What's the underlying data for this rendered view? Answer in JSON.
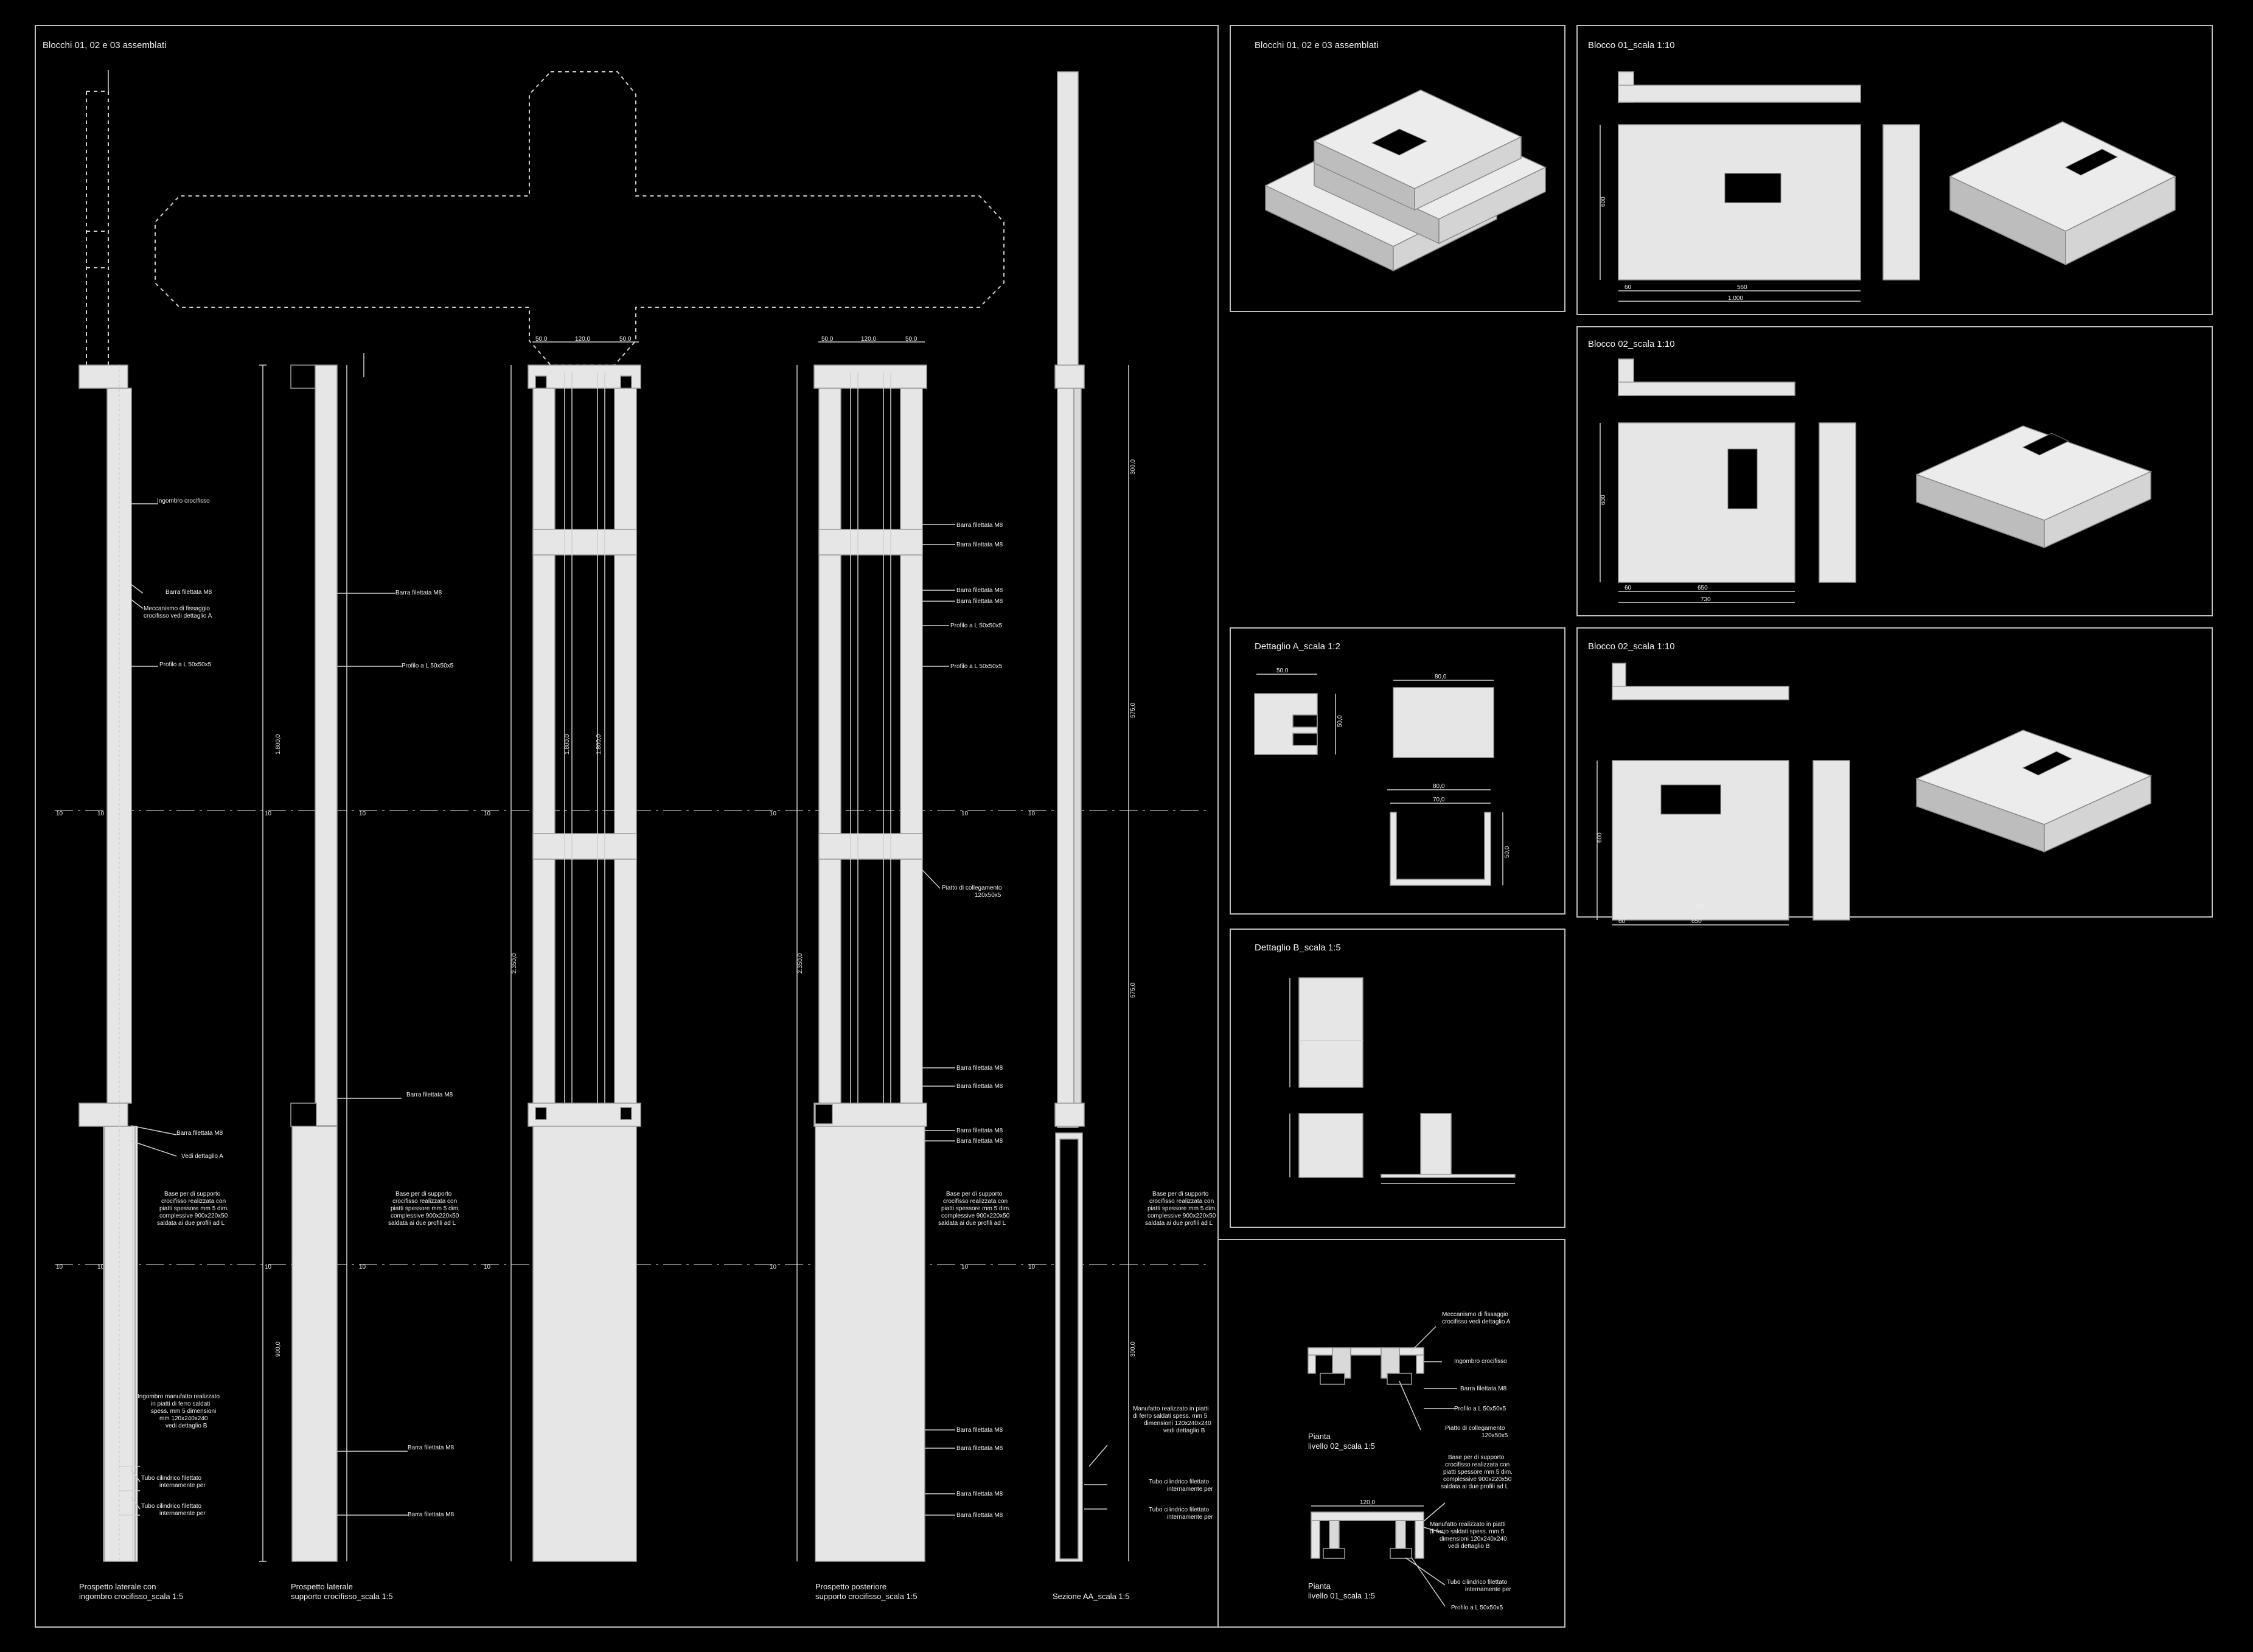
{
  "titles": {
    "main": "Blocchi 01, 02 e 03 assemblati",
    "iso_assembled": "Blocchi 01, 02 e 03 assemblati",
    "blocco01": "Blocco 01_scala 1:10",
    "blocco02a": "Blocco 02_scala 1:10",
    "blocco02b": "Blocco 02_scala 1:10",
    "dettA": "Dettaglio A_scala 1:2",
    "dettB": "Dettaglio B_scala 1:5"
  },
  "captions": {
    "v1_l1": "Prospetto laterale con",
    "v1_l2": "ingombro crocifisso_scala 1:5",
    "v2_l1": "Prospetto laterale",
    "v2_l2": "supporto crocifisso_scala 1:5",
    "v4_l1": "Prospetto posteriore",
    "v4_l2": "supporto crocifisso_scala 1:5",
    "v5": "Sezione AA_scala 1:5",
    "p2_l1": "Pianta",
    "p2_l2": "livello 02_scala 1:5",
    "p1_l1": "Pianta",
    "p1_l2": "livello 01_scala 1:5"
  },
  "labels": {
    "ingombro": "Ingombro crocifisso",
    "barra": "Barra filettata M8",
    "mecc1": "Meccanismo di fissaggio",
    "mecc2": "crocifisso vedi dettaglio A",
    "profilo": "Profilo a L 50x50x5",
    "vedi_a": "Vedi dettaglio A",
    "base1": "Base per di supporto",
    "base2": "crocifisso realizzata con",
    "base3": "piatti spessore mm 5 dim.",
    "base4": "complessive 900x220x50",
    "base5": "saldata ai due profili ad L",
    "ingmanu1": "Ingombro manufatto realizzato",
    "ingmanu2": "in piatti di ferro saldati",
    "ingmanu3": "spess. mm 5 dimensioni",
    "ingmanu4": "mm 120x240x240",
    "ingmanu5": "vedi dettaglio B",
    "tubo1": "Tubo cilindrico filettato",
    "tubo2": "internamente per",
    "piatto1": "Piatto di collegamento",
    "piatto2": "120x50x5",
    "manu1": "Manufatto realizzato in piatti",
    "manu2": "di ferro saldati spess. mm 5",
    "manu3": "dimensioni 120x240x240",
    "manu4": "vedi dettaglio B"
  },
  "dims": {
    "d50": "50,0",
    "d120": "120,0",
    "d1800": "1.800,0",
    "d2350": "2.350,0",
    "d900": "900,0",
    "d300": "300,0",
    "d575": "575,0",
    "d10": "10",
    "d80": "80,0",
    "d70": "70,0",
    "d1000": "1.000",
    "d560": "560",
    "d650": "650",
    "d730": "730",
    "d600": "600",
    "d60": "60"
  }
}
